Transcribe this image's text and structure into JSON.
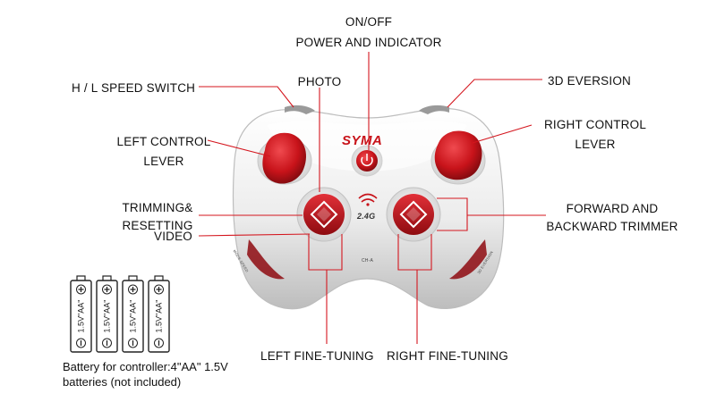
{
  "labels": {
    "on_off": "ON/OFF",
    "power_indicator": "POWER AND INDICATOR",
    "photo": "PHOTO",
    "hl_speed_1": "H / L SPEED SWITCH",
    "eversion_3d": "3D EVERSION",
    "left_lever_1": "LEFT CONTROL",
    "left_lever_2": "LEVER",
    "right_lever_1": "RIGHT CONTROL",
    "right_lever_2": "LEVER",
    "trimming_1": "TRIMMING&",
    "trimming_2": "RESETTING",
    "video": "VIDEO",
    "fwd_back_1": "FORWARD AND",
    "fwd_back_2": "BACKWARD TRIMMER",
    "left_fine": "LEFT FINE-TUNING",
    "right_fine": "RIGHT FINE-TUNING"
  },
  "controller": {
    "brand": "SYMA",
    "band": "2.4G",
    "small_mark": "CH-A",
    "left_grip_text": "MODE SPEED",
    "right_grip_text": "3D EVERSION"
  },
  "battery": {
    "cell_label": "1.5V\"AA\"",
    "cell_count": 4,
    "note_line1": "Battery for controller:4\"AA\" 1.5V",
    "note_line2": "batteries (not included)"
  },
  "colors": {
    "accent_red": "#c8131a",
    "body_white": "#f1f1f1",
    "leader_red": "#d4161e"
  }
}
